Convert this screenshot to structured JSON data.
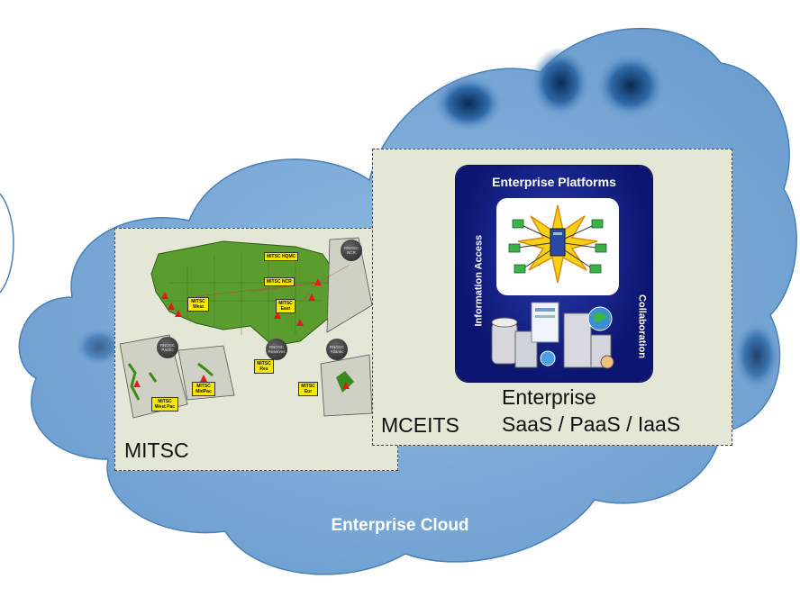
{
  "cloud": {
    "title": "Enterprise Cloud",
    "fill_color": "#7aa8d6",
    "stroke_color": "#4a80b8",
    "shadow_color": "#0c3f78"
  },
  "mitsc": {
    "label": "MITSC",
    "map": {
      "tags": {
        "hqmc": "MITSC HQMC",
        "ncr": "MITSC NCR",
        "west": "MITSC West",
        "east": "MITSC East",
        "res": "MITSC Res",
        "midpac": "MITSC MidPac",
        "westpac": "MITSC West Pac",
        "eur": "MITSC Eur"
      },
      "nodes": {
        "ncr": "RNOSC NCR",
        "pacific": "RNOSC Pacific",
        "reserves": "RNOSC Reserves",
        "atlantic": "RNOSC Atlantic"
      }
    }
  },
  "mceits": {
    "label": "MCEITS",
    "caption_line1": "Enterprise",
    "caption_line2": "SaaS / PaaS / IaaS",
    "graphic": {
      "title": "Enterprise Platforms",
      "left_label": "Information Access",
      "right_label": "Collaboration"
    }
  }
}
